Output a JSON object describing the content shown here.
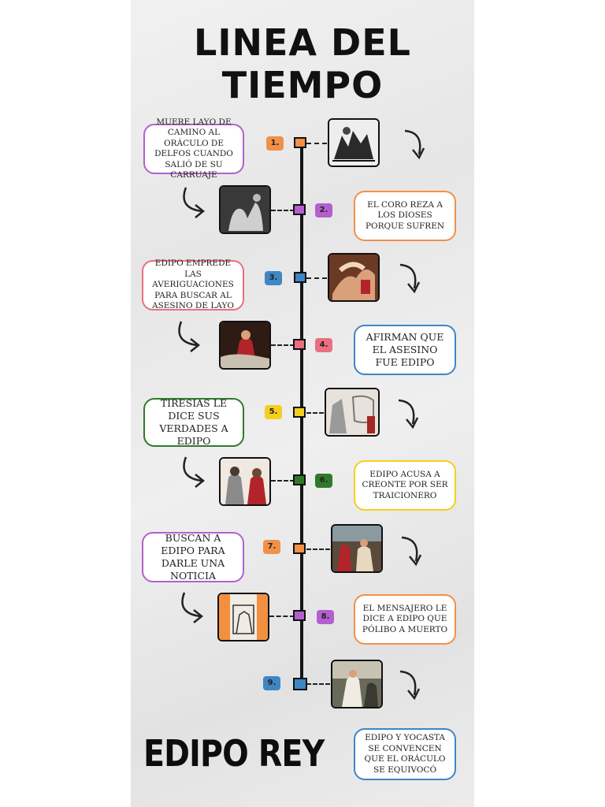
{
  "title": {
    "line1": "LINEA DEL",
    "line2": "TIEMPO"
  },
  "footer": "EDIPO REY",
  "events": [
    {
      "num": "1.",
      "text": "MUERE LAYO DE CAMINO AL ORÁCULO DE DELFOS CUANDO SALIÓ DE SU CARRUAJE",
      "color": "#f2904a",
      "side": "left"
    },
    {
      "num": "2.",
      "text": "EL CORO REZA A LOS DIOSES PORQUE SUFREN",
      "color": "#b45fcf",
      "side": "right"
    },
    {
      "num": "3.",
      "text": "EDIPO EMPREDE LAS AVERIGUACIONES PARA BUSCAR AL ASESINO DE LAYO",
      "color": "#3f86c4",
      "side": "left"
    },
    {
      "num": "4.",
      "text": "AFIRMAN QUE EL ASESINO FUE EDIPO",
      "color": "#ea6f7f",
      "side": "right"
    },
    {
      "num": "5.",
      "text": "TIRESIAS LE DICE SUS VERDADES A EDIPO",
      "color": "#f6cf1e",
      "side": "left"
    },
    {
      "num": "6.",
      "text": "EDIPO ACUSA A CREONTE POR SER TRAICIONERO",
      "color": "#2f7a2a",
      "side": "right"
    },
    {
      "num": "7.",
      "text": "BUSCAN A EDIPO PARA DARLE UNA NOTICIA",
      "color": "#f2904a",
      "side": "left"
    },
    {
      "num": "8.",
      "text": "EL MENSAJERO LE DICE A EDIPO QUE PÓLIBO A MUERTO",
      "color": "#b45fcf",
      "side": "right"
    },
    {
      "num": "9.",
      "text": "EDIPO Y YOCASTA SE CONVENCEN QUE EL ORÁCULO SE EQUIVOCÓ",
      "color": "#3f86c4",
      "side": "right"
    }
  ],
  "box_borders": [
    "#b45fcf",
    "#f2904a",
    "#ea6f7f",
    "#3f86c4",
    "#2f7a2a",
    "#f6cf1e",
    "#b45fcf",
    "#f2904a",
    "#3f86c4"
  ]
}
